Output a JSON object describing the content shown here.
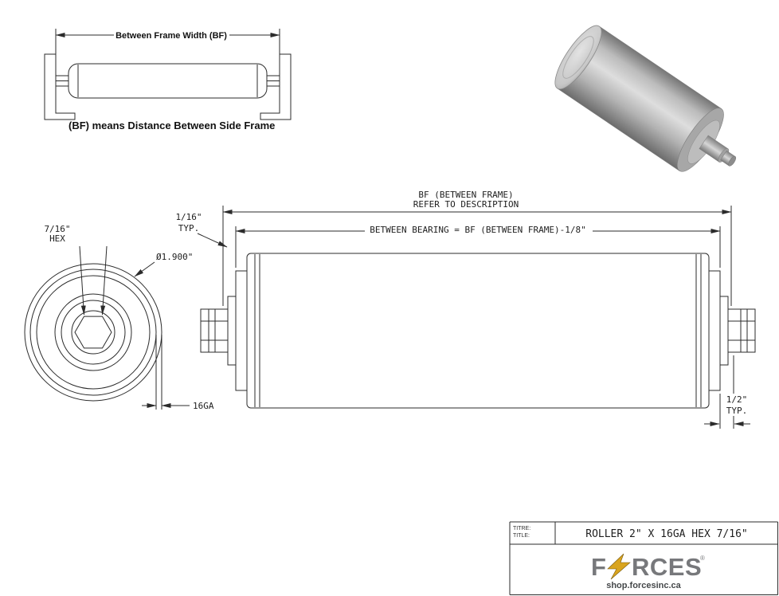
{
  "frame_diagram": {
    "dim_label": "Between Frame Width (BF)",
    "caption": "(BF) means Distance Between Side Frame"
  },
  "end_view": {
    "hex_size": "7/16\"",
    "hex_word": "HEX",
    "diameter": "Ø1.900\"",
    "gauge": "16GA"
  },
  "side_view": {
    "bf_line1": "BF (BETWEEN FRAME)",
    "bf_line2": "REFER TO DESCRIPTION",
    "between_bearing": "BETWEEN BEARING = BF (BETWEEN FRAME)-1/8\"",
    "gap_size": "1/16\"",
    "gap_typ": "TYP.",
    "shaft_size": "1/2\"",
    "shaft_typ": "TYP."
  },
  "title_block": {
    "titre_label": "TITRE:",
    "title_label": "TITLE:",
    "title": "ROLLER 2\" X 16GA HEX 7/16\"",
    "logo_f": "F",
    "logo_rces": "RCES",
    "registered": "®",
    "website": "shop.forcesinc.ca"
  },
  "colors": {
    "line": "#2b2b2b",
    "logo_gray": "#77787b",
    "bolt_gold": "#d9a41e"
  }
}
